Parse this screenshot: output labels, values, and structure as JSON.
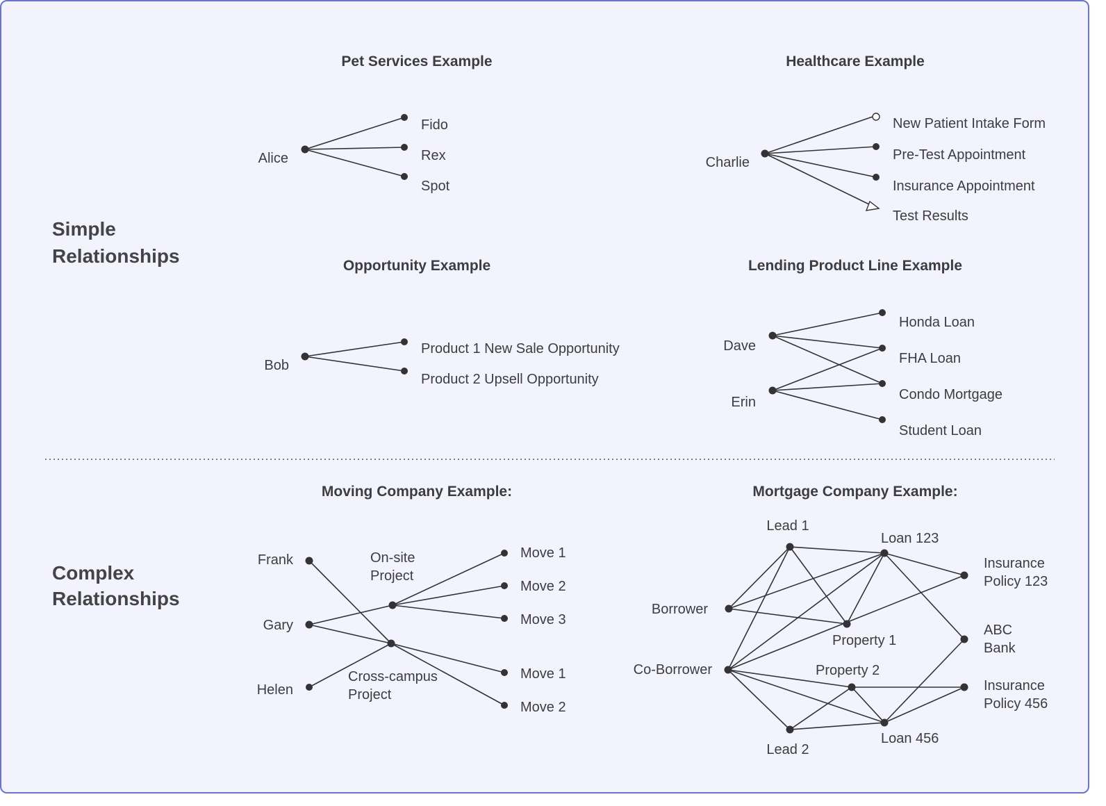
{
  "sections": {
    "simple": [
      "Simple",
      "Relationships"
    ],
    "complex": [
      "Complex",
      "Relationships"
    ]
  },
  "examples": {
    "pet": {
      "title": "Pet Services Example",
      "owner": "Alice",
      "items": [
        "Fido",
        "Rex",
        "Spot"
      ]
    },
    "healthcare": {
      "title": "Healthcare Example",
      "owner": "Charlie",
      "items": [
        "New Patient Intake Form",
        "Pre-Test Appointment",
        "Insurance Appointment",
        "Test Results"
      ]
    },
    "opportunity": {
      "title": "Opportunity Example",
      "owner": "Bob",
      "items": [
        "Product 1 New Sale Opportunity",
        "Product 2 Upsell Opportunity"
      ]
    },
    "lending": {
      "title": "Lending Product Line Example",
      "owners": [
        "Dave",
        "Erin"
      ],
      "items": [
        "Honda Loan",
        "FHA Loan",
        "Condo Mortgage",
        "Student Loan"
      ]
    },
    "moving": {
      "title": "Moving Company Example:",
      "people": [
        "Frank",
        "Gary",
        "Helen"
      ],
      "projects": [
        [
          "On-site",
          "Project"
        ],
        [
          "Cross-campus",
          "Project"
        ]
      ],
      "moves_a": [
        "Move 1",
        "Move 2",
        "Move 3"
      ],
      "moves_b": [
        "Move 1",
        "Move 2"
      ]
    },
    "mortgage": {
      "title": "Mortgage Company Example:",
      "nodes": {
        "lead1": "Lead 1",
        "loan123": "Loan 123",
        "ins123": [
          "Insurance",
          "Policy 123"
        ],
        "borrower": "Borrower",
        "property1": "Property 1",
        "abc": [
          "ABC",
          "Bank"
        ],
        "coborrower": "Co-Borrower",
        "property2": "Property 2",
        "ins456": [
          "Insurance",
          "Policy 456"
        ],
        "lead2": "Lead 2",
        "loan456": "Loan 456"
      }
    }
  }
}
